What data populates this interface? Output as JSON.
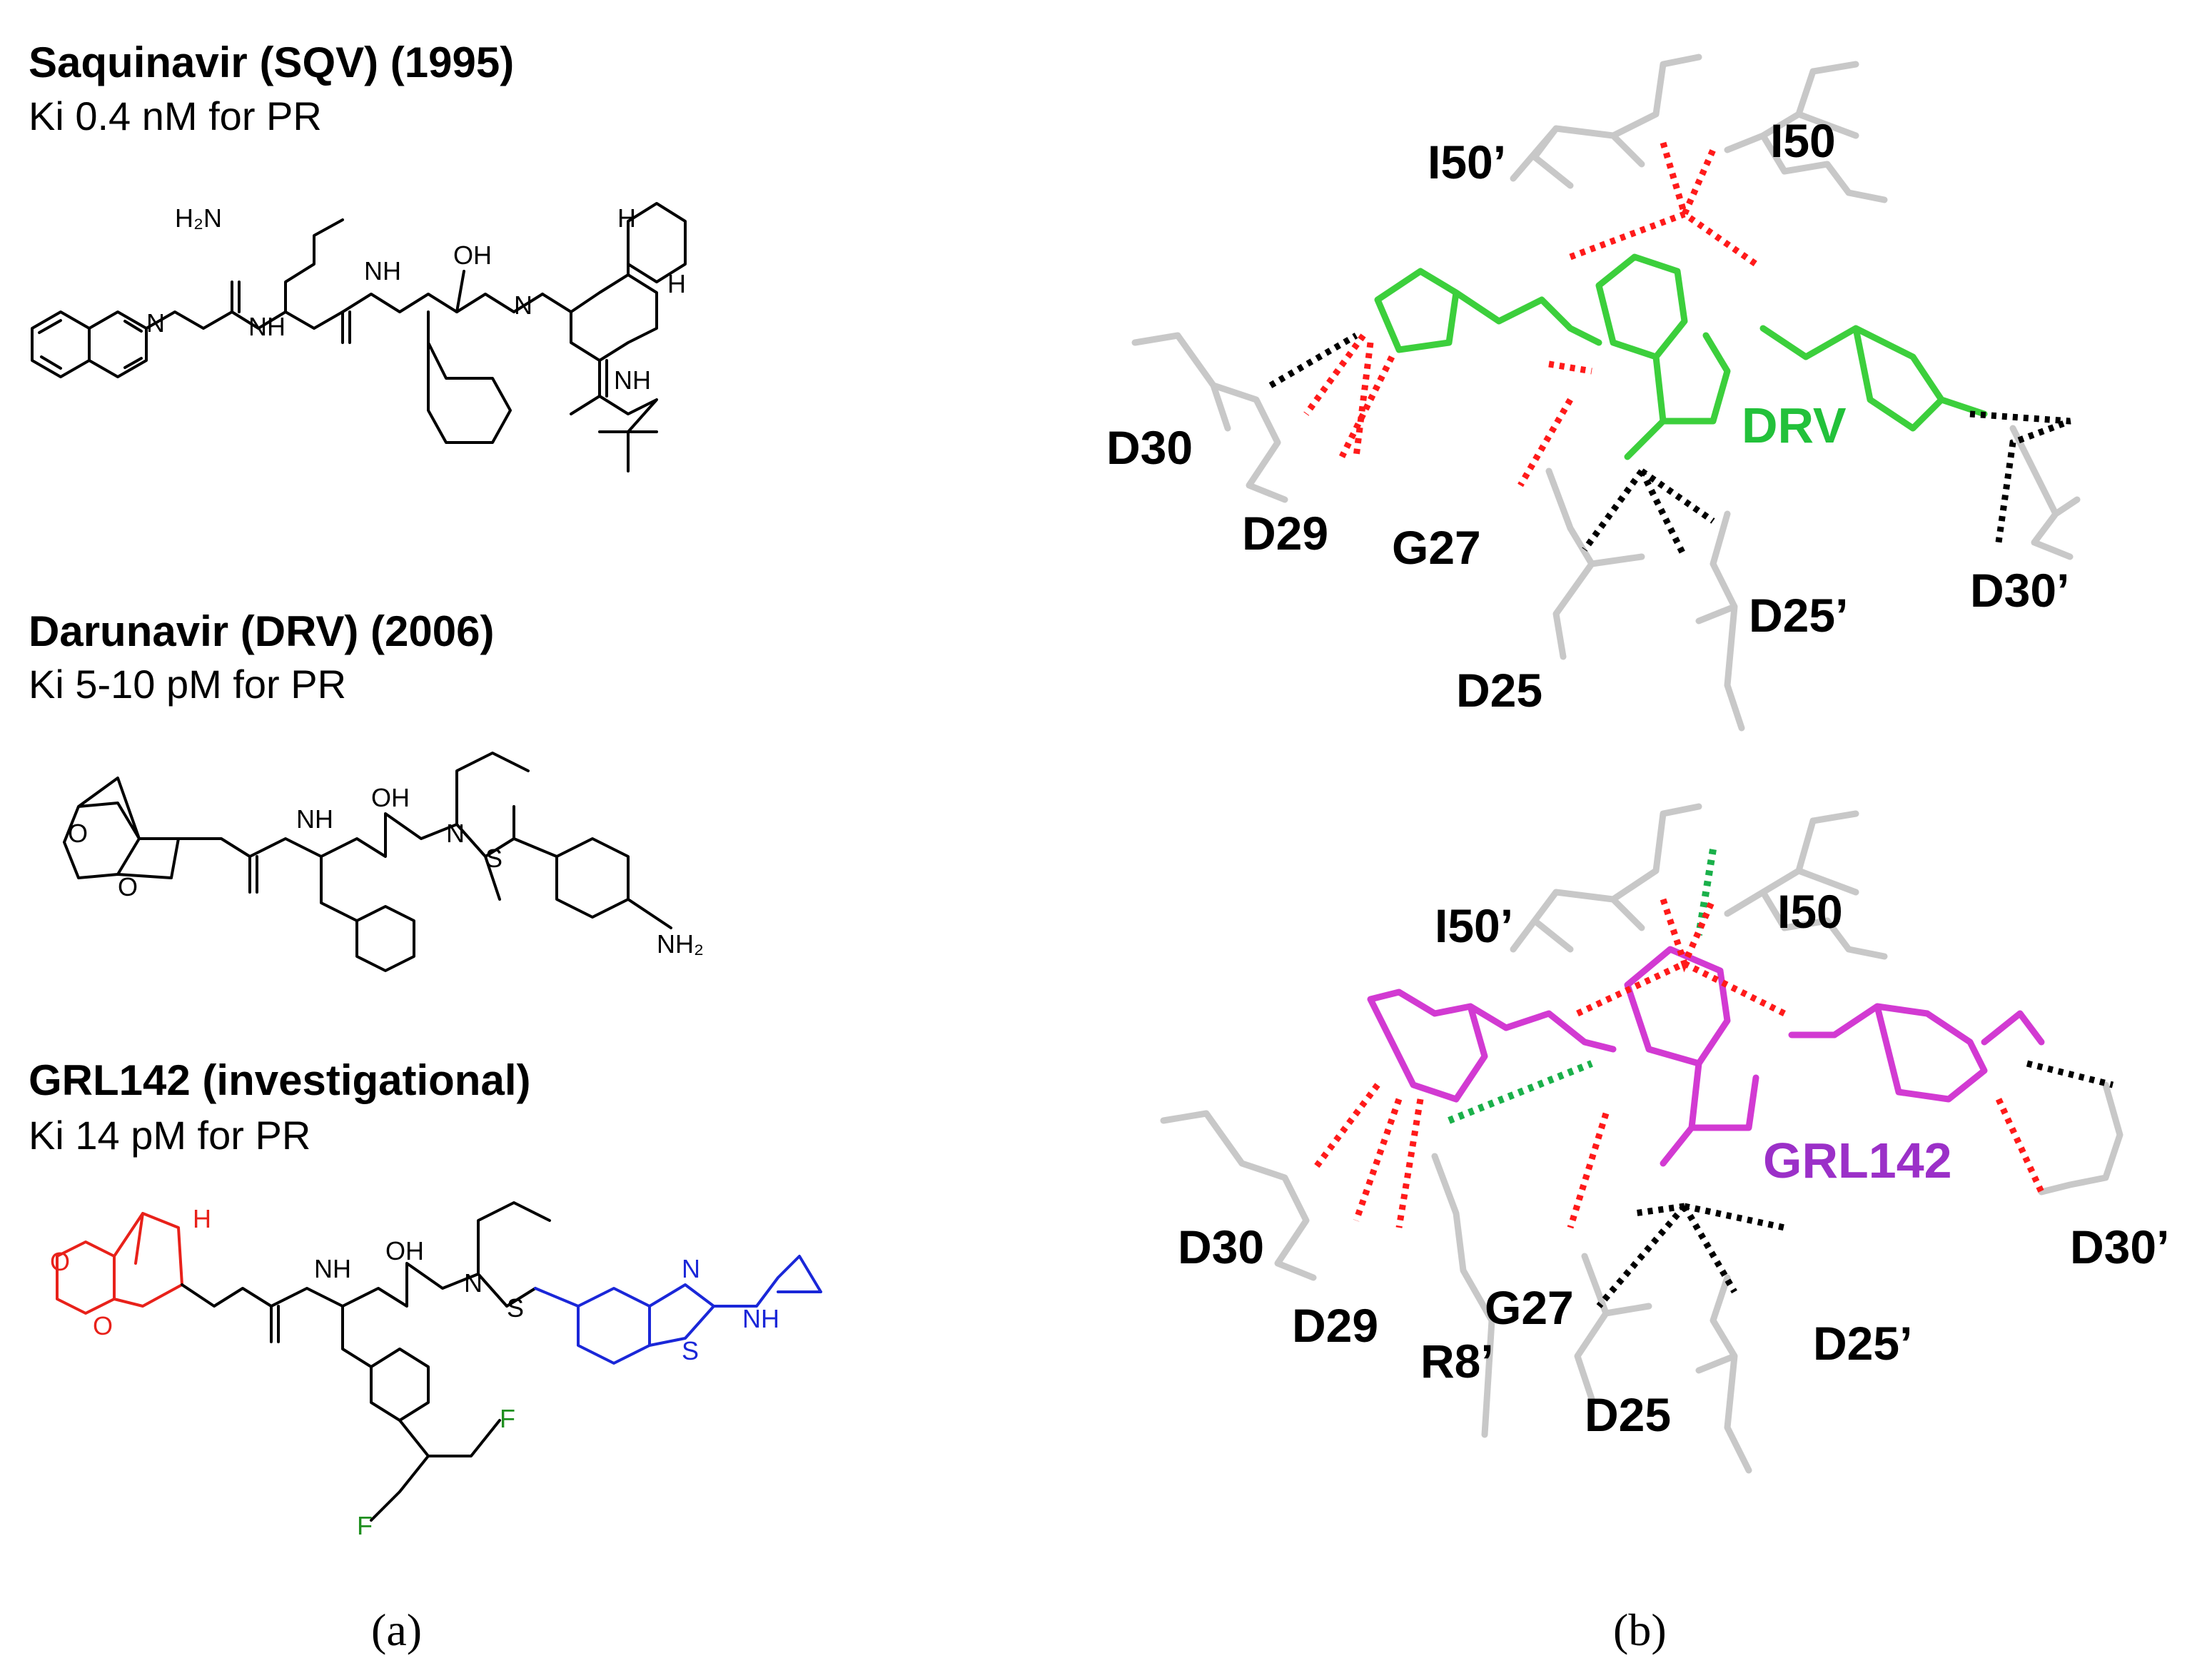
{
  "panel_a": {
    "compounds": [
      {
        "title": "Saquinavir (SQV) (1995)",
        "ki": "Ki 0.4 nM for PR"
      },
      {
        "title": "Darunavir (DRV) (2006)",
        "ki": "Ki 5-10 pM for PR"
      },
      {
        "title": "GRL142 (investigational)",
        "ki": "Ki 14 pM for PR"
      }
    ],
    "atoms": {
      "h2n": "H₂N",
      "n": "N",
      "h": "H",
      "nh": "NH",
      "oh": "OH",
      "o": "O",
      "s": "S",
      "nh2": "NH₂",
      "f": "F"
    },
    "caption": "(a)"
  },
  "panel_b": {
    "top": {
      "ligand": "DRV",
      "ligand_color": "#22c13a",
      "residues": [
        "I50’",
        "I50",
        "D30",
        "D29",
        "G27",
        "D25",
        "D25’",
        "D30’"
      ]
    },
    "bottom": {
      "ligand": "GRL142",
      "ligand_color": "#9b30c8",
      "residues": [
        "I50’",
        "I50",
        "D30",
        "D29",
        "R8’",
        "G27",
        "D25",
        "D25’",
        "D30’"
      ]
    },
    "caption": "(b)"
  },
  "colors": {
    "drv_stick": "#3ccf3c",
    "grl_stick": "#d23ad2",
    "hbond_red": "#ff1a1a",
    "hbond_black": "#000000",
    "hbond_green": "#1ab04a",
    "grl_red_fragment": "#e8211a",
    "grl_blue_fragment": "#1a27d8",
    "grl_green_f": "#1f8f1f"
  }
}
